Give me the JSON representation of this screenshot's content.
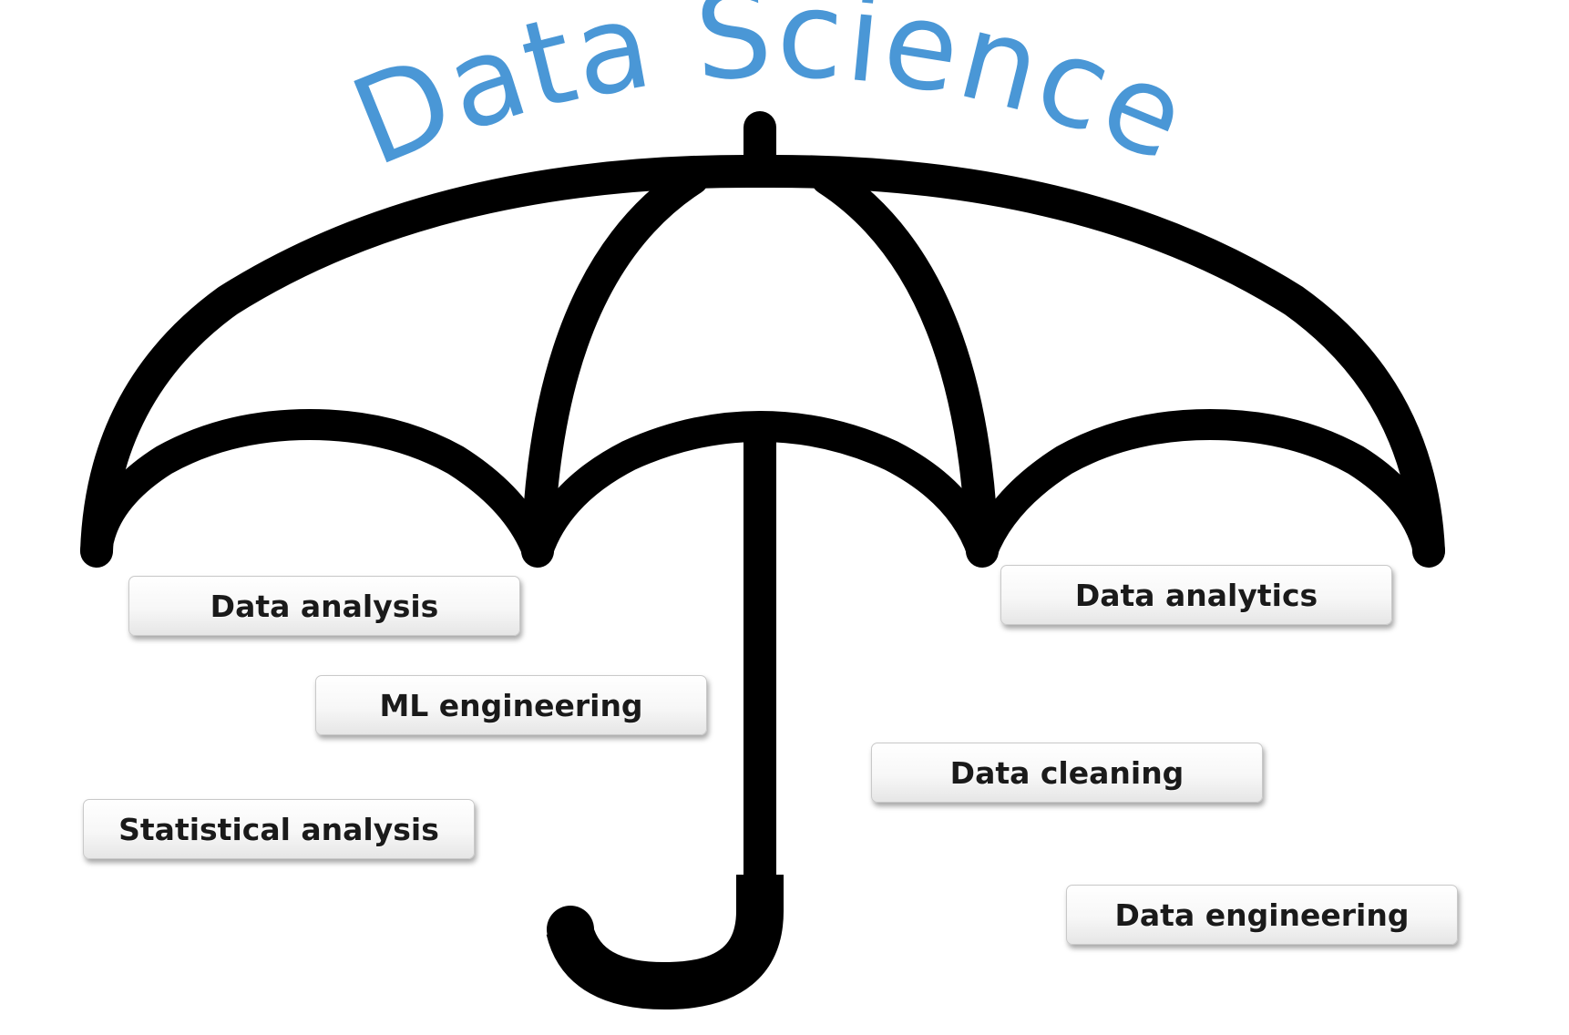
{
  "title": "Data Science",
  "colors": {
    "title": "#4a97d6",
    "umbrella": "#000000",
    "box_text": "#1a1a1a"
  },
  "icons": {
    "umbrella": "umbrella-icon"
  },
  "labels": {
    "data_analysis": "Data analysis",
    "ml_engineering": "ML engineering",
    "statistical_analysis": "Statistical analysis",
    "data_analytics": "Data analytics",
    "data_cleaning": "Data cleaning",
    "data_engineering": "Data engineering"
  }
}
